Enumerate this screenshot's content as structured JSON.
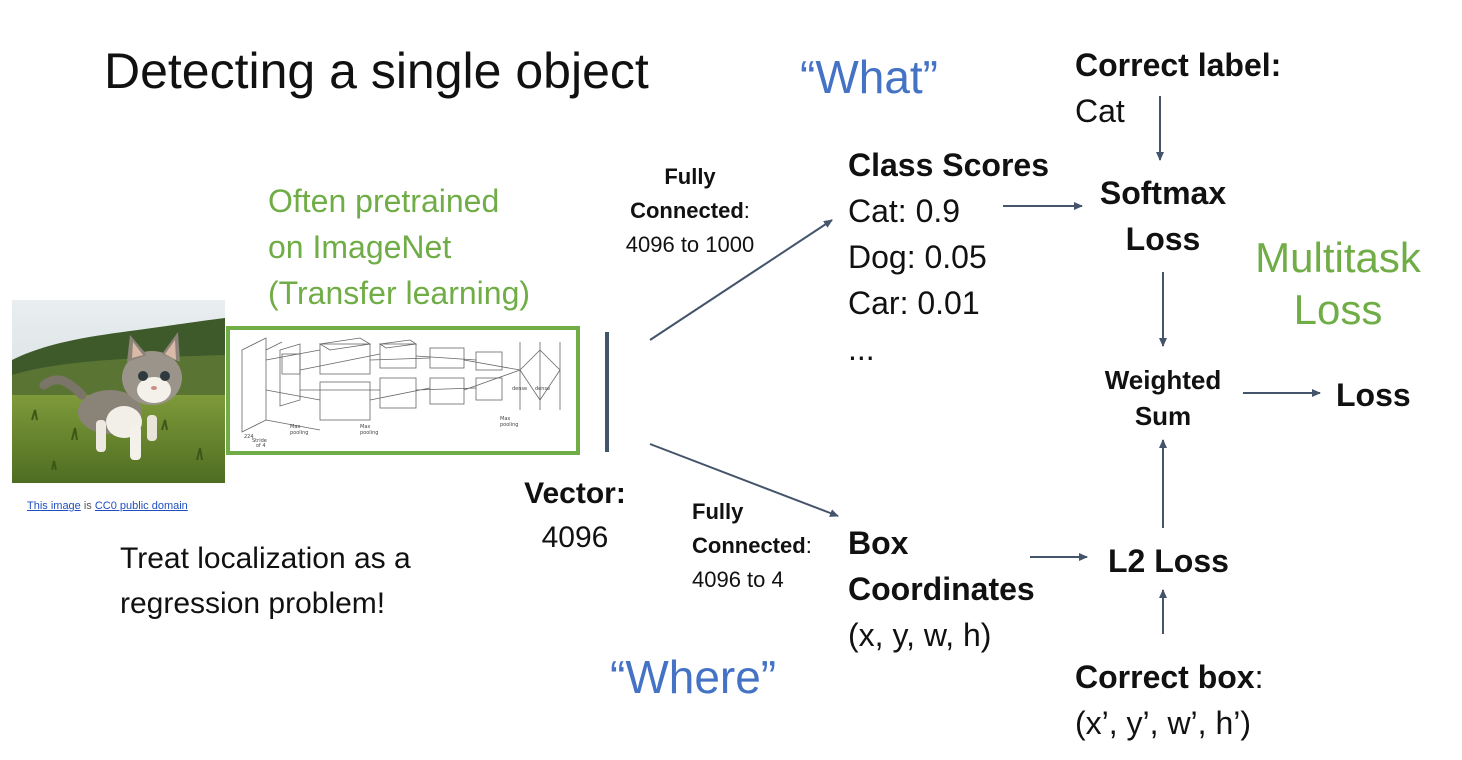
{
  "title": "Detecting a single object",
  "what_label": "“What”",
  "where_label": "“Where”",
  "pretrained_note": [
    "Often pretrained",
    "on ImageNet",
    "(Transfer learning)"
  ],
  "image_credit": {
    "link1": "This image",
    "mid": " is ",
    "link2": "CC0 public domain"
  },
  "treat_note": [
    "Treat localization as a",
    "regression problem!"
  ],
  "vector": {
    "label": "Vector:",
    "value": "4096"
  },
  "fc_top": {
    "line1": "Fully",
    "line2_bold": "Connected",
    "line2_rest": ":",
    "line3": "4096 to 1000"
  },
  "fc_bottom": {
    "line1": "Fully",
    "line2_bold": "Connected",
    "line2_rest": ":",
    "line3": "4096 to 4"
  },
  "class_scores": {
    "title": "Class Scores",
    "items": [
      "Cat: 0.9",
      "Dog: 0.05",
      "Car: 0.01",
      "..."
    ]
  },
  "box_coords": {
    "line1": "Box",
    "line2": "Coordinates",
    "line3": "(x, y, w, h)"
  },
  "correct_label": {
    "title": "Correct label:",
    "value": "Cat"
  },
  "softmax_loss": [
    "Softmax",
    "Loss"
  ],
  "multitask_loss": [
    "Multitask",
    "Loss"
  ],
  "weighted_sum": [
    "Weighted",
    "Sum"
  ],
  "loss": "Loss",
  "l2_loss": "L2 Loss",
  "correct_box": {
    "title": "Correct box",
    "colon": ":",
    "value": "(x’, y’, w’, h’)"
  },
  "colors": {
    "blue": "#4472c4",
    "green": "#70ad47",
    "arrow": "#44546a"
  }
}
